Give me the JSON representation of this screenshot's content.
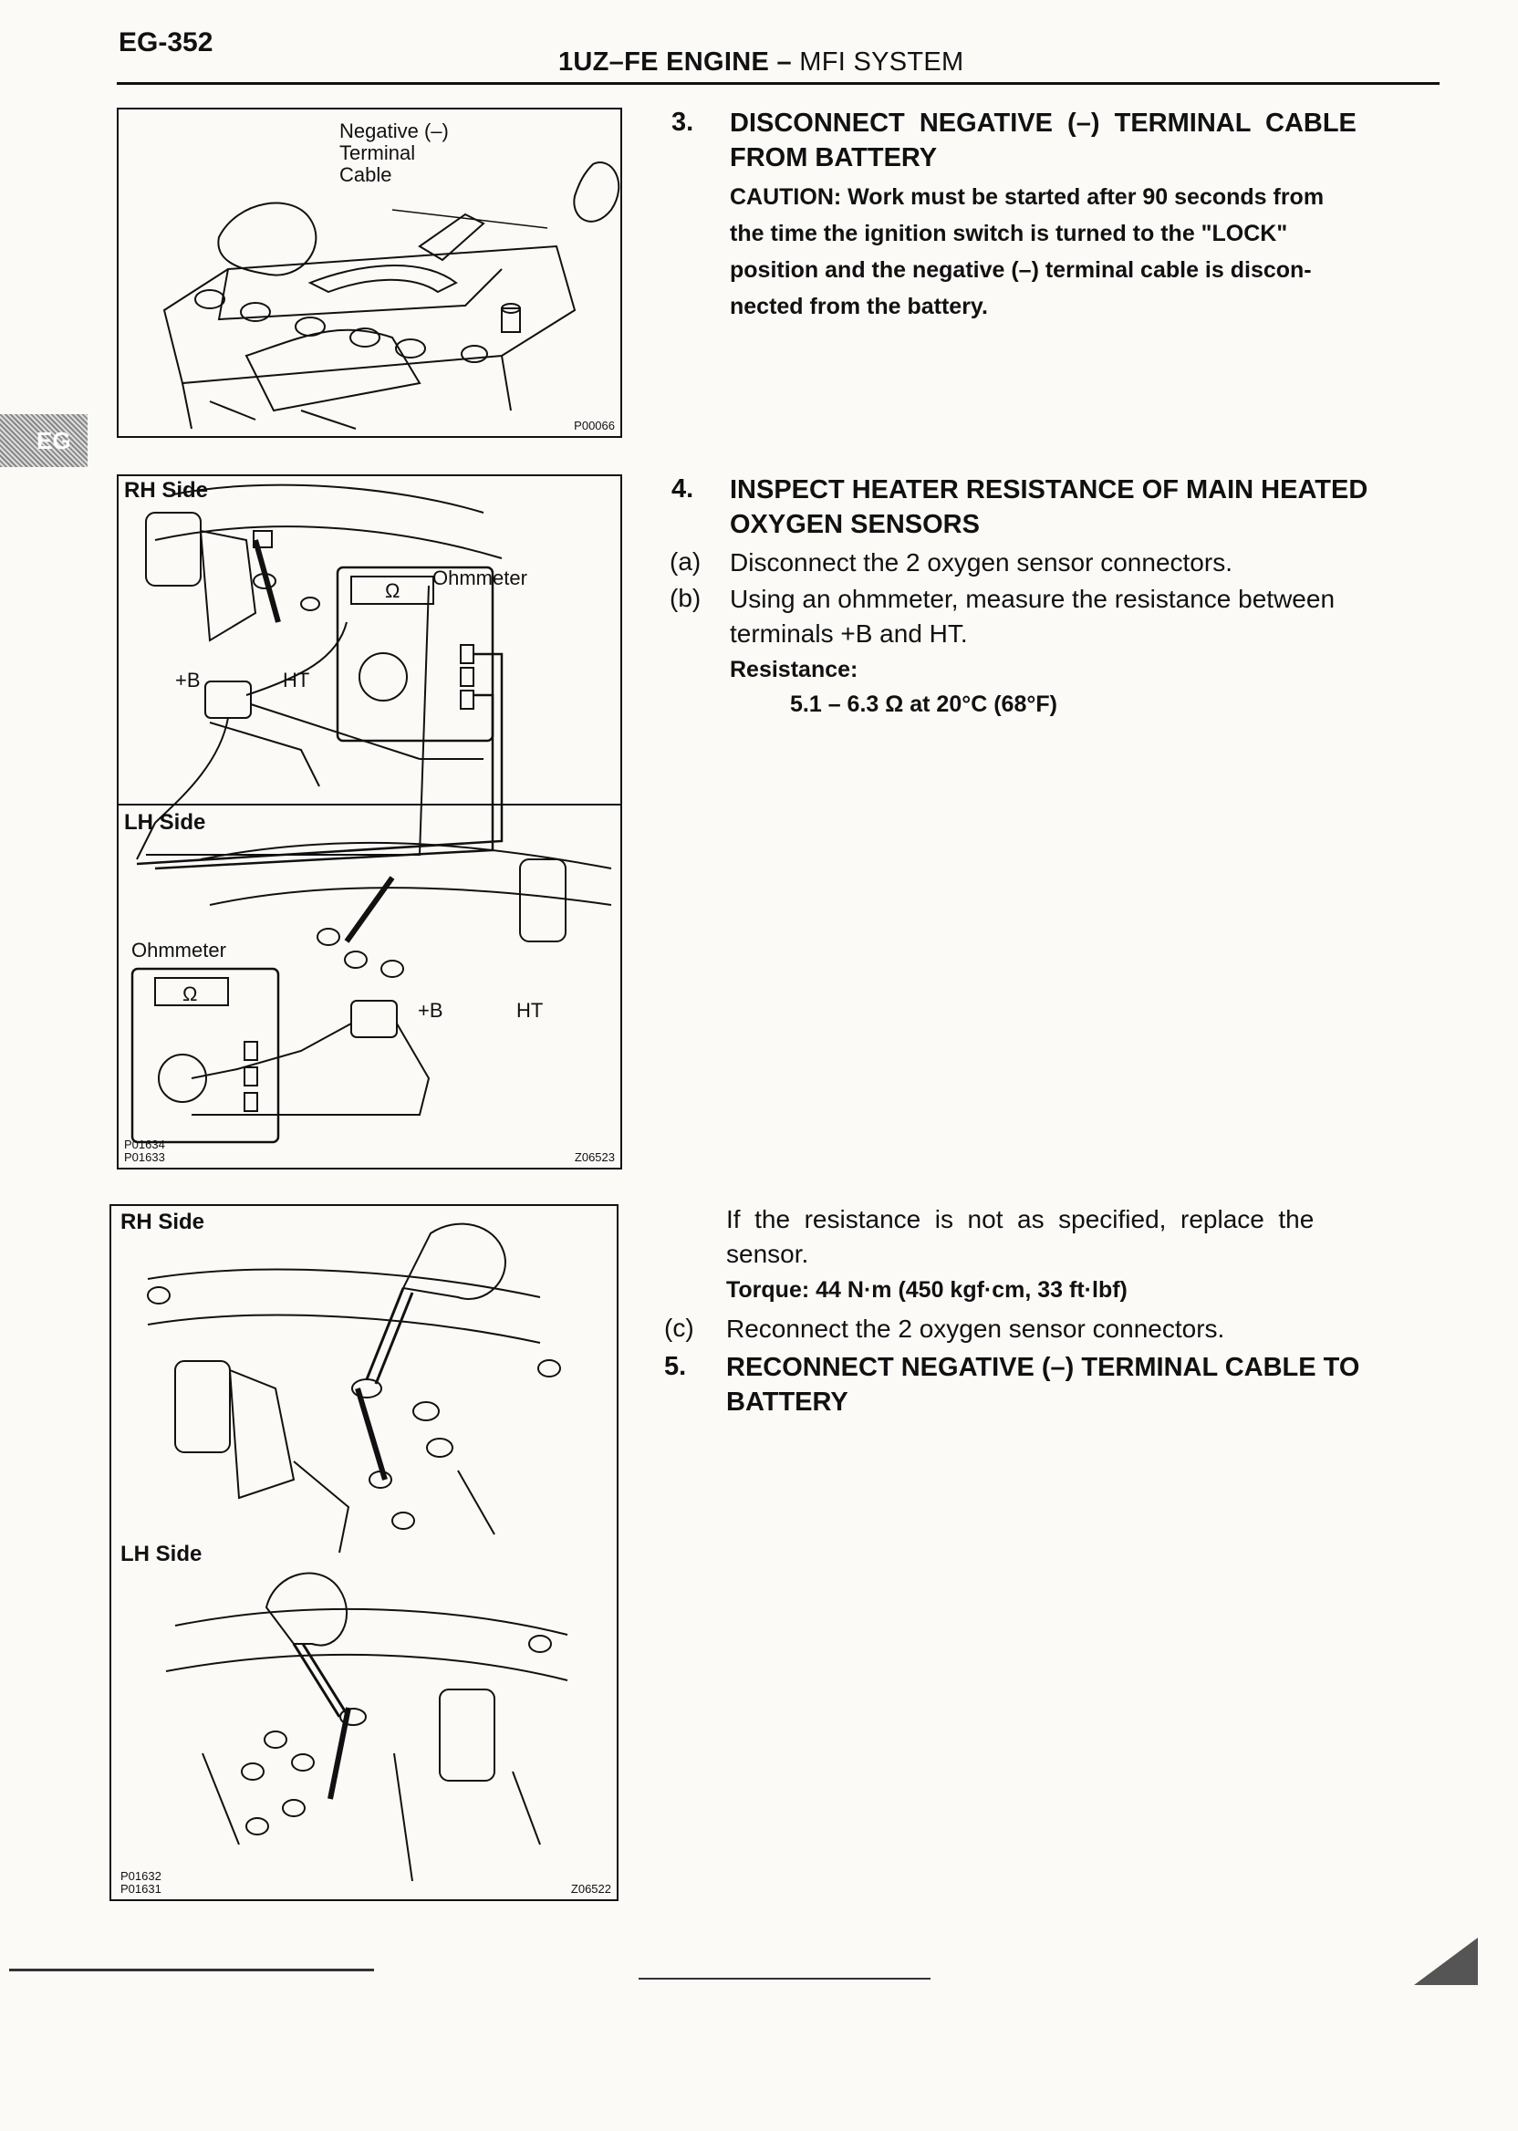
{
  "header": {
    "page_number": "EG-352",
    "title_main": "1UZ–FE ENGINE – ",
    "title_section": "MFI SYSTEM"
  },
  "side_tab": "EG",
  "figure1": {
    "label_line1": "Negative (–)",
    "label_line2": "Terminal",
    "label_line3": "Cable",
    "code": "P00066"
  },
  "figure2": {
    "rh_side": "RH Side",
    "lh_side": "LH Side",
    "ohmmeter_rh": "Ohmmeter",
    "ohmmeter_lh": "Ohmmeter",
    "ohm_symbol": "Ω",
    "plus_b": "+B",
    "ht": "HT",
    "code1": "P01634",
    "code2": "P01633",
    "code3": "Z06523"
  },
  "figure3": {
    "rh_side": "RH Side",
    "lh_side": "LH Side",
    "code1": "P01632",
    "code2": "P01631",
    "code3": "Z06522"
  },
  "step3": {
    "number": "3.",
    "title_line1": "DISCONNECT  NEGATIVE  (–)  TERMINAL  CABLE",
    "title_line2": "FROM BATTERY",
    "caution_line1": "CAUTION: Work must be started after 90 seconds from",
    "caution_line2": "the time the ignition switch is turned to the \"LOCK\"",
    "caution_line3": "position and the negative (–) terminal cable is discon-",
    "caution_line4": "nected from the battery."
  },
  "step4": {
    "number": "4.",
    "title_line1": "INSPECT HEATER RESISTANCE OF MAIN HEATED",
    "title_line2": "OXYGEN SENSORS",
    "a_letter": "(a)",
    "a_text": "Disconnect the 2 oxygen sensor connectors.",
    "b_letter": "(b)",
    "b_text_line1": "Using an ohmmeter, measure the resistance between",
    "b_text_line2": "terminals +B and HT.",
    "resistance_label": "Resistance:",
    "resistance_value": "5.1 – 6.3 Ω at 20°C (68°F)",
    "note_line1": "If  the  resistance  is  not  as  specified,  replace  the",
    "note_line2": "sensor.",
    "torque": "Torque: 44 N·m (450 kgf·cm, 33 ft·lbf)",
    "c_letter": "(c)",
    "c_text": "Reconnect the 2 oxygen sensor connectors."
  },
  "step5": {
    "number": "5.",
    "title_line1": "RECONNECT NEGATIVE (–) TERMINAL CABLE TO",
    "title_line2": "BATTERY"
  }
}
